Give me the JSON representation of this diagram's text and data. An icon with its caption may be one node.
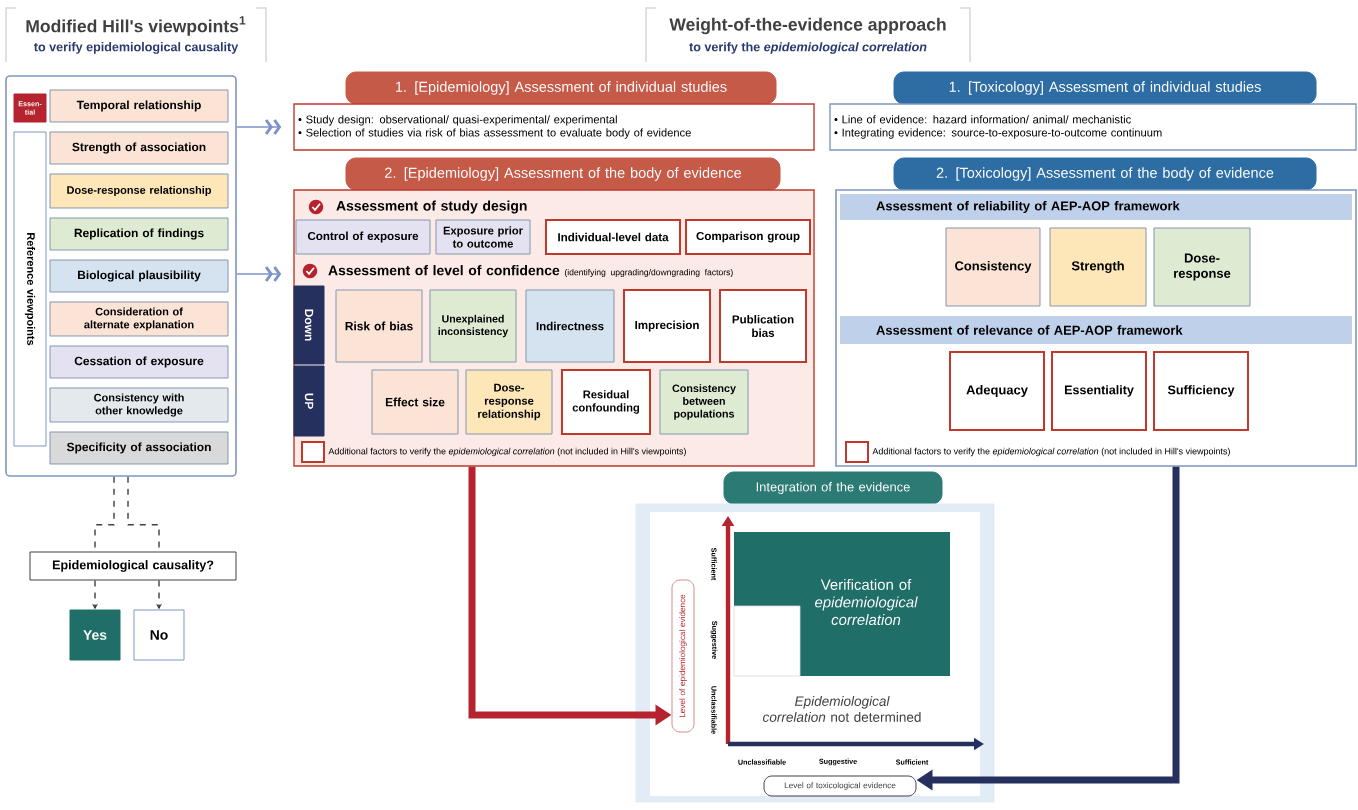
{
  "diagram": {
    "nodes": [
      {
        "text": [],
        "shape": "box"
      },
      {
        "text": [
          "Essen-tial"
        ],
        "in": 0
      },
      {
        "text": [
          "Temporal relationship"
        ],
        "in": 0
      },
      {
        "text": [
          "Reference viewpoints"
        ],
        "in": 0
      },
      {
        "text": [
          "Strength of association"
        ],
        "in": 0
      },
      {
        "text": [
          "Dose-response relationship"
        ],
        "in": 0
      },
      {
        "text": [
          "Replication of findings"
        ],
        "in": 0
      },
      {
        "text": [
          "Biological plausibility"
        ],
        "in": 0
      },
      {
        "text": [
          "Consideration of alternate explanation"
        ],
        "in": 0
      },
      {
        "text": [
          "Cessation of exposure"
        ],
        "in": 0
      },
      {
        "text": [
          "Consistency with other knowledge"
        ],
        "in": 0
      },
      {
        "text": [
          "Specificity of association"
        ],
        "in": 0
      },
      {
        "text": [
          "Epidemiological causality?"
        ]
      },
      {
        "text": [
          "Yes"
        ]
      },
      {
        "text": [
          "No"
        ]
      },
      {
        "text": [
          "1. [Epidemiology] Assessment of individual studies"
        ]
      },
      {
        "text": [
          "• Study design: observational/ quasi-experimental/ experimental",
          "• Selection of studies via risk of bias assessment to evaluate body of evidence"
        ]
      },
      {
        "text": [
          "2. [Epidemiology] Assessment of the body of evidence"
        ]
      },
      {
        "text": [],
        "shape": "box"
      },
      {
        "text": [
          "Assessment of study design"
        ],
        "in": 18
      },
      {
        "text": [
          "Control of exposure"
        ],
        "in": 18
      },
      {
        "text": [
          "Exposure prior to outcome"
        ],
        "in": 18
      },
      {
        "text": [
          "Individual-level data"
        ],
        "in": 18
      },
      {
        "text": [
          "Comparison group"
        ],
        "in": 18
      },
      {
        "text": [
          "Assessment of level of confidence",
          "(identifying upgrading/downgrading factors)"
        ],
        "in": 18
      },
      {
        "text": [
          "Down"
        ],
        "in": 18
      },
      {
        "text": [
          "Risk of bias"
        ],
        "in": 18
      },
      {
        "text": [
          "Unexplained inconsistency"
        ],
        "in": 18
      },
      {
        "text": [
          "Indirectness"
        ],
        "in": 18
      },
      {
        "text": [
          "Imprecision"
        ],
        "in": 18
      },
      {
        "text": [
          "Publication bias"
        ],
        "in": 18
      },
      {
        "text": [
          "UP"
        ],
        "in": 18
      },
      {
        "text": [
          "Effect size"
        ],
        "in": 18
      },
      {
        "text": [
          "Dose-response relationship"
        ],
        "in": 18
      },
      {
        "text": [
          "Residual confounding"
        ],
        "in": 18
      },
      {
        "text": [
          "Consistency between populations"
        ],
        "in": 18
      },
      {
        "text": [
          "1. [Toxicology] Assessment of individual studies"
        ]
      },
      {
        "text": [
          "• Line of evidence: hazard information/ animal/ mechanistic",
          "• Integrating evidence: source-to-exposure-to-outcome continuum"
        ]
      },
      {
        "text": [
          "2. [Toxicology] Assessment of the body of evidence"
        ]
      },
      {
        "text": [],
        "shape": "box"
      },
      {
        "text": [
          "Assessment of reliability of AEP-AOP framework"
        ],
        "in": 39
      },
      {
        "text": [
          "Consistency"
        ],
        "in": 39
      },
      {
        "text": [
          "Strength"
        ],
        "in": 39
      },
      {
        "text": [
          "Dose-response"
        ],
        "in": 39
      },
      {
        "text": [
          "Assessment of relevance of AEP-AOP framework"
        ],
        "in": 39
      },
      {
        "text": [
          "Adequacy"
        ],
        "in": 39
      },
      {
        "text": [
          "Essentiality"
        ],
        "in": 39
      },
      {
        "text": [
          "Sufficiency"
        ],
        "in": 39
      },
      {
        "text": [
          "Integration of the evidence"
        ]
      },
      {
        "text": [],
        "shape": "box"
      },
      {
        "text": [
          "Verification of *epidemiological correlation*"
        ],
        "in": 49
      },
      {
        "text": [
          "*Epidemiological correlation* not determined"
        ],
        "in": 49
      },
      {
        "text": [
          "Level of epidemiological evidence"
        ],
        "in": 49
      },
      {
        "text": [
          "Level of toxicological evidence"
        ],
        "in": 49
      }
    ],
    "edges": [
      {
        "from": 0,
        "to": 12,
        "arrow": "none",
        "style": "dashed"
      },
      {
        "from": 12,
        "to": 13,
        "arrow": "to",
        "style": "dashed"
      },
      {
        "from": 12,
        "to": 14,
        "arrow": "to",
        "style": "dashed"
      },
      {
        "from": 0,
        "to": 16,
        "arrow": "to",
        "color": "#7b93c8"
      },
      {
        "from": 0,
        "to": 18,
        "arrow": "to",
        "color": "#7b93c8"
      },
      {
        "from": 18,
        "to": 52,
        "arrow": "to",
        "style": "thick",
        "color": "#b5232f"
      },
      {
        "from": 39,
        "to": 53,
        "arrow": "to",
        "style": "thick",
        "color": "#26305e"
      }
    ],
    "labels": [
      "Modified Hill's viewpoints$^{1}$",
      "to verify epidemiological causality",
      "Weight-of-the-evidence approach",
      "to verify the *epidemiological correlation*",
      "Sufficient",
      "Suggestive",
      "Unclassifiable",
      "Unclassifiable",
      "Suggestive",
      "Sufficient"
    ],
    "legend": [
      {
        "text": "Additional factors to verify the *epidemiological correlation* (not included in Hill's viewpoints)"
      },
      {
        "text": "Additional factors to verify the *epidemiological correlation* (not included in Hill's viewpoints)"
      }
    ]
  }
}
